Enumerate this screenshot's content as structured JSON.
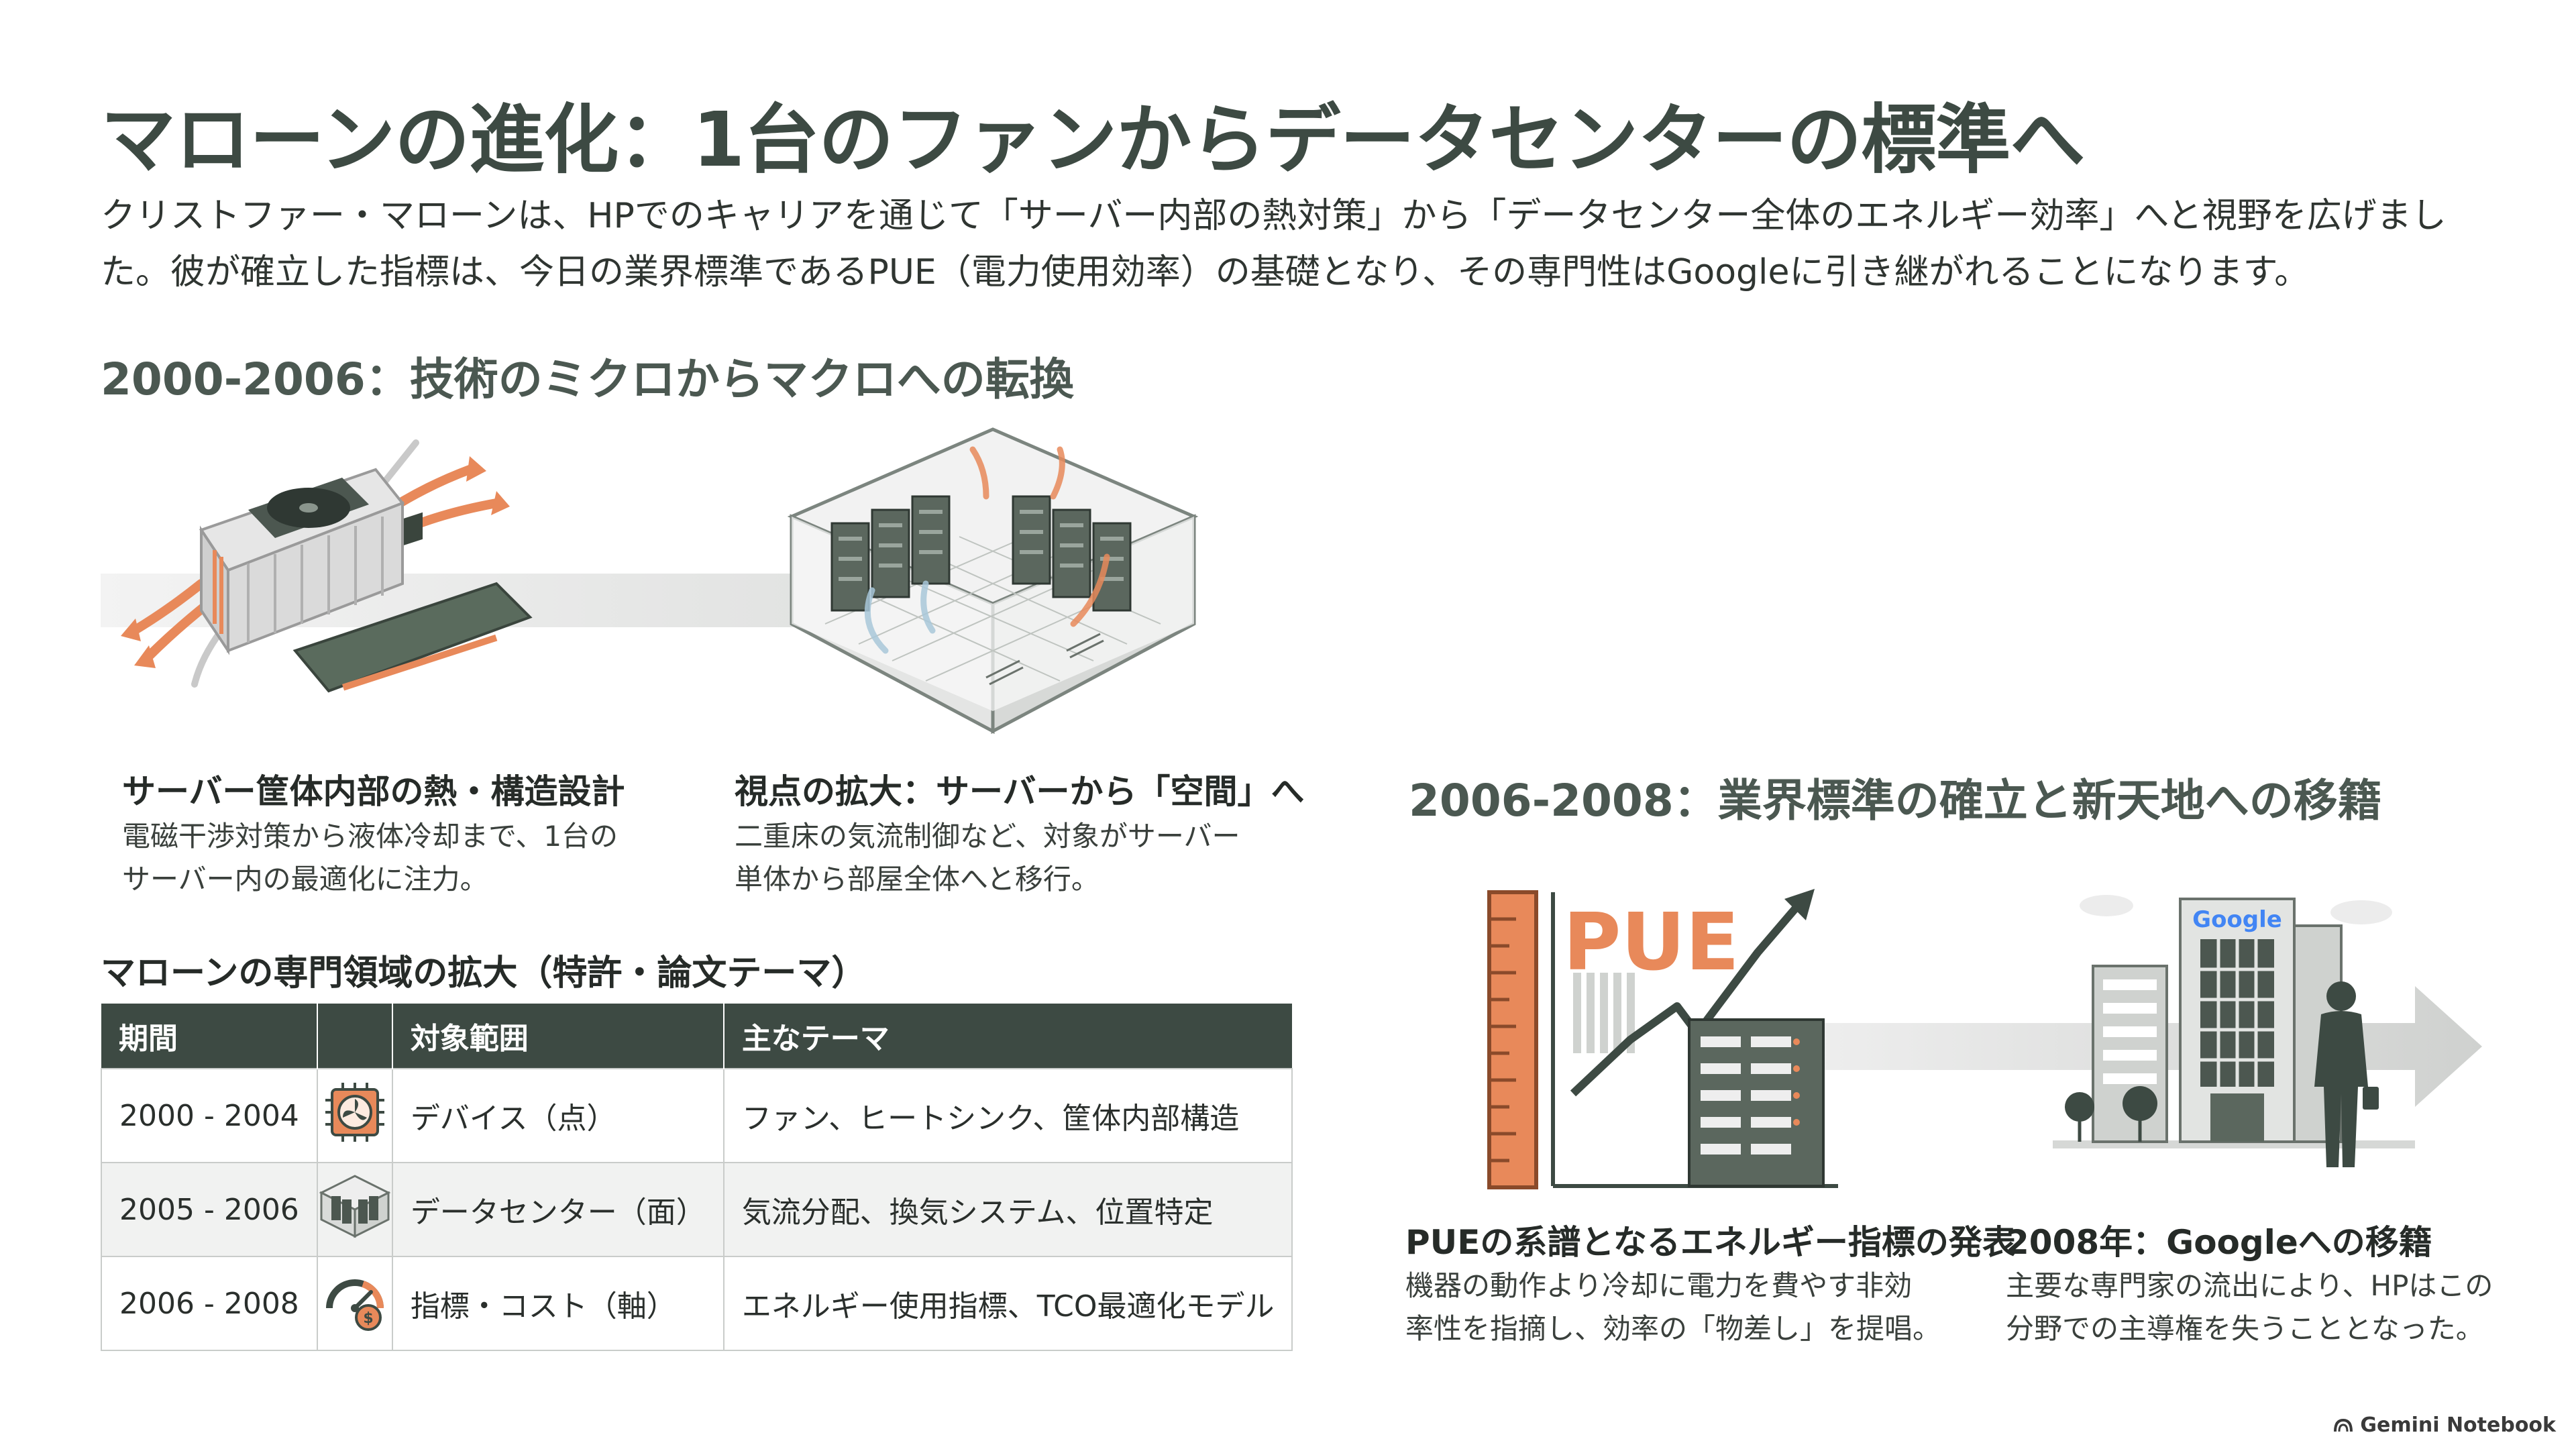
{
  "title": "マローンの進化：1台のファンからデータセンターの標準へ",
  "intro": {
    "line1": "クリストファー・マローンは、HPでのキャリアを通じて「サーバー内部の熱対策」から「データセンター全体のエネルギー効率」へと視野を広げまし",
    "line2": "た。彼が確立した指標は、今日の業界標準であるPUE（電力使用効率）の基礎となり、その専門性はGoogleに引き継がれることになります。"
  },
  "section1": {
    "title": "2000-2006：技術のミクロからマクロへの転換",
    "card1": {
      "title": "サーバー筐体内部の熱・構造設計",
      "line1": "電磁干渉対策から液体冷却まで、1台の",
      "line2": "サーバー内の最適化に注力。"
    },
    "card2": {
      "title": "視点の拡大：サーバーから「空間」へ",
      "line1": "二重床の気流制御など、対象がサーバー",
      "line2": "単体から部屋全体へと移行。"
    }
  },
  "table": {
    "title": "マローンの専門領域の拡大（特許・論文テーマ）",
    "headers": [
      "期間",
      "",
      "対象範囲",
      "主なテーマ"
    ],
    "rows": [
      {
        "period": "2000 - 2004",
        "icon": "chip-fan-icon",
        "scope": "デバイス（点）",
        "theme": "ファン、ヒートシンク、筐体内部構造"
      },
      {
        "period": "2005 - 2006",
        "icon": "datacenter-room-icon",
        "scope": "データセンター（面）",
        "theme": "気流分配、換気システム、位置特定"
      },
      {
        "period": "2006 - 2008",
        "icon": "gauge-cost-icon",
        "scope": "指標・コスト（軸）",
        "theme": "エネルギー使用指標、TCO最適化モデル"
      }
    ]
  },
  "section2": {
    "title": "2006-2008：業界標準の確立と新天地への移籍",
    "pue_label": "PUE",
    "google_label": "Google",
    "card1": {
      "title": "PUEの系譜となるエネルギー指標の発表",
      "line1": "機器の動作より冷却に電力を費やす非効",
      "line2": "率性を指摘し、効率の「物差し」を提唱。"
    },
    "card2": {
      "title": "2008年：Googleへの移籍",
      "line1": "主要な専門家の流出により、HPはこの",
      "line2": "分野での主導権を失うこととなった。"
    }
  },
  "footer": {
    "brand": "Gemini Notebook"
  },
  "colors": {
    "accent": "#e8895a",
    "dark_green": "#3d4a43",
    "server": "#59655c"
  }
}
